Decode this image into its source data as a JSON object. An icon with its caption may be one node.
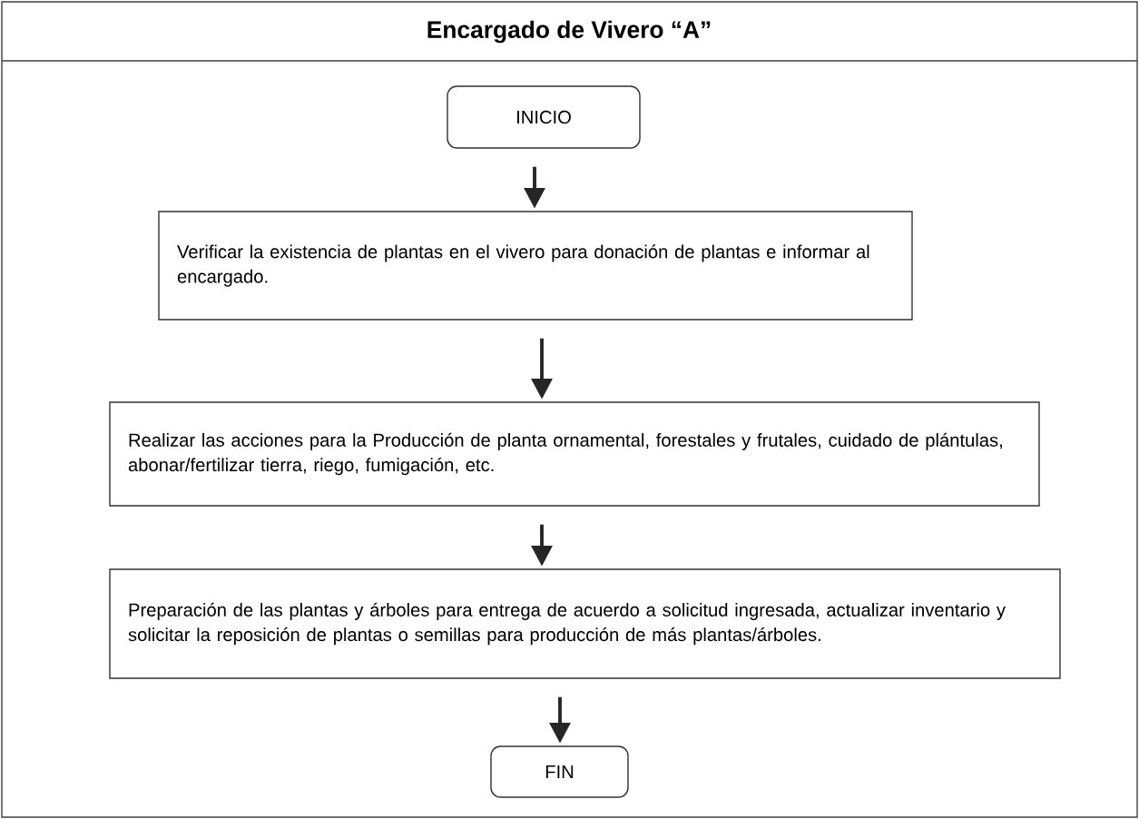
{
  "diagram": {
    "title": "Encargado de Vivero “A”",
    "nodes": [
      {
        "text": [
          "INICIO"
        ]
      },
      {
        "text": [
          "Verificar la existencia de plantas en el vivero para donación de plantas e informar al encargado."
        ]
      },
      {
        "text": [
          "Realizar las acciones para la Producción de planta ornamental, forestales y frutales, cuidado de plántulas, abonar/fertilizar tierra, riego, fumigación, etc."
        ]
      },
      {
        "text": [
          "Preparación de las plantas y árboles para entrega de acuerdo a solicitud ingresada, actualizar inventario y solicitar la reposición de plantas o semillas para producción de más plantas/árboles."
        ]
      },
      {
        "text": [
          "FIN"
        ]
      }
    ],
    "edges": [
      {
        "from": 0,
        "to": 1,
        "arrow": "to"
      },
      {
        "from": 1,
        "to": 2,
        "arrow": "to"
      },
      {
        "from": 2,
        "to": 3,
        "arrow": "to"
      },
      {
        "from": 3,
        "to": 4,
        "arrow": "to"
      }
    ]
  }
}
